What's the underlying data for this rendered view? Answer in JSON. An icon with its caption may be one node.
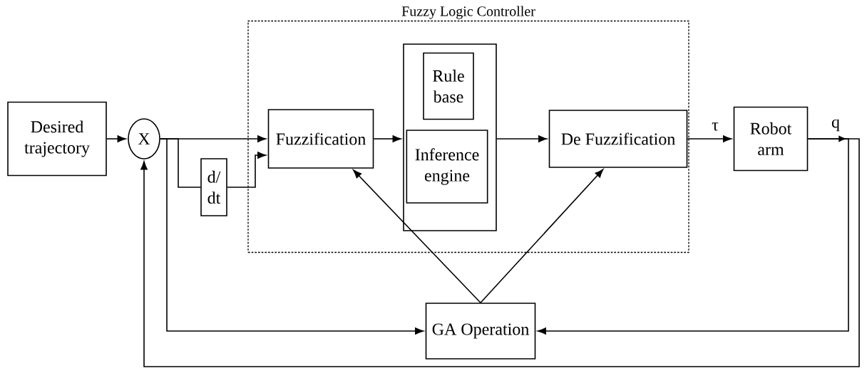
{
  "diagram": {
    "nodes": [
      {
        "text": [
          "Fuzzy Logic Controller"
        ]
      },
      {
        "text": [
          "Desired trajectory"
        ]
      },
      {
        "text": [
          "X"
        ]
      },
      {
        "text": [
          "d/ dt"
        ]
      },
      {
        "text": [
          "Fuzzification"
        ],
        "in": 0
      },
      {
        "text": [],
        "shape": "box",
        "in": 0
      },
      {
        "text": [
          "Rule base"
        ],
        "in": 5
      },
      {
        "text": [
          "Inference engine"
        ],
        "in": 5
      },
      {
        "text": [
          "De Fuzzification"
        ],
        "in": 0
      },
      {
        "text": [
          "Robot arm"
        ]
      },
      {
        "text": [
          "GA Operation"
        ]
      }
    ],
    "edges": [
      {
        "from": 1,
        "to": 2,
        "arrow": "to"
      },
      {
        "from": 2,
        "to": 4,
        "arrow": "to"
      },
      {
        "from": 2,
        "to": 3,
        "arrow": "none"
      },
      {
        "from": 3,
        "to": 4,
        "arrow": "to"
      },
      {
        "from": 4,
        "to": 5,
        "arrow": "to"
      },
      {
        "from": 5,
        "to": 8,
        "arrow": "to"
      },
      {
        "from": 8,
        "to": 9,
        "arrow": "to",
        "label": "τ"
      },
      {
        "from": 9,
        "to": 10,
        "arrow": "to",
        "label": "q"
      },
      {
        "from": 9,
        "to": 2,
        "arrow": "to"
      },
      {
        "from": 2,
        "to": 10,
        "arrow": "to"
      },
      {
        "from": 10,
        "to": 4,
        "arrow": "to"
      },
      {
        "from": 10,
        "to": 8,
        "arrow": "to"
      }
    ]
  }
}
